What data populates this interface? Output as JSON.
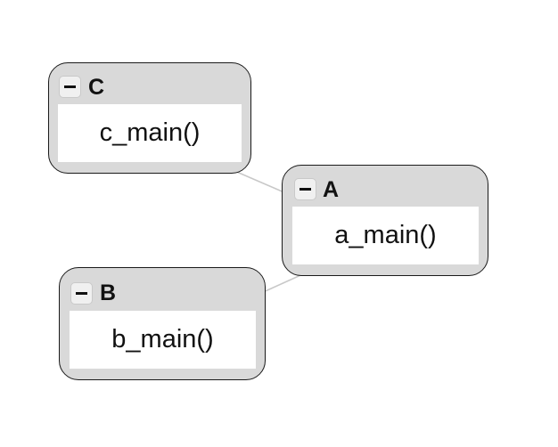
{
  "nodes": {
    "c": {
      "title": "C",
      "function": "c_main()"
    },
    "a": {
      "title": "A",
      "function": "a_main()"
    },
    "b": {
      "title": "B",
      "function": "b_main()"
    }
  },
  "edges": [
    {
      "from": "a_main()",
      "to": "c_main()"
    },
    {
      "from": "a_main()",
      "to": "b_main()"
    }
  ],
  "colors": {
    "node_fill": "#d9d9d9",
    "node_border": "#1a1a1a",
    "body_fill": "#ffffff",
    "edge": "#c8c8c8",
    "arrowhead": "#222222"
  },
  "icons": {
    "collapse": "minus-icon"
  }
}
